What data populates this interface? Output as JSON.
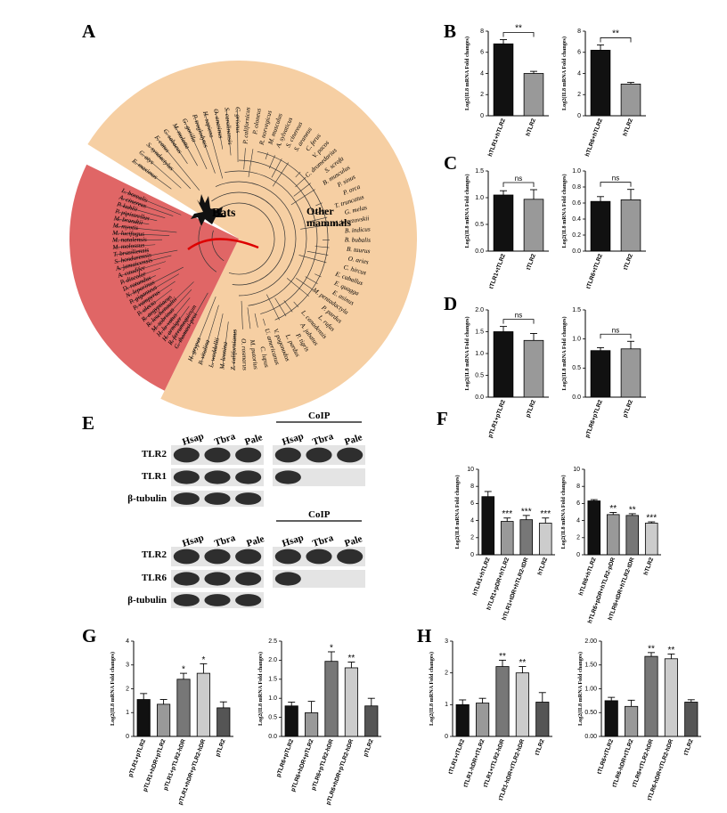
{
  "panels": {
    "A": "A",
    "B": "B",
    "C": "C",
    "D": "D",
    "E": "E",
    "F": "F",
    "G": "G",
    "H": "H"
  },
  "tree": {
    "bats_label": "Bats",
    "others_label_1": "Other",
    "others_label_2": "mammals",
    "bat_color": "#e06666",
    "other_color": "#f6cfa3",
    "bat_species": [
      "L. borealis",
      "A. cinereus",
      "P. kuhlii",
      "P. pipistrellus",
      "M. brandtii",
      "M. myotis",
      "M. lucifugus",
      "M. natalensis",
      "M. molossus",
      "T. brasiliensis",
      "S. hondurensis",
      "A. jamaicensis",
      "A. caudifer",
      "P. discolor",
      "D. rotundus",
      "N. leporinus",
      "P. giganteus",
      "P. vampyrus",
      "P. alecto",
      "R. aegyptiacus",
      "R. leschenaultii",
      "M. sobrinus",
      "H. lu-vatus",
      "H. armiger",
      "R. ferrumequinum",
      "C. thomasi-proi"
    ],
    "other_species": [
      "H. grypus",
      "P. vitulina",
      "L. weddellii",
      "M. leonina",
      "Z. californianus",
      "O. rosmarus",
      "M. putorius",
      "C. lupus",
      "U. americanus",
      "V. pogonodos",
      "L. pardus",
      "P. tigris",
      "A. jubatus",
      "L. canadensis",
      "L. rufus",
      "P. pardus",
      "M. pentadactyla",
      "E. asinus",
      "E. quagga",
      "E. caballus",
      "C. hircus",
      "O. aries",
      "B. taurus",
      "B. bubalis",
      "B. indicus",
      "M. berezovskii",
      "G. melas",
      "T. truncatus",
      "P. orca",
      "P. sinus",
      "B. musculus",
      "S. scrofa",
      "C. dromedarius",
      "V. pacos",
      "C. ferus",
      "S. araneus",
      "S. cinereus",
      "A. sylvaticus",
      "M. musculus",
      "R. norvegicus",
      "P. oloneus",
      "P. californicus",
      "C. griseus",
      "S. carolinensis",
      "O. anatinus",
      "H. sapiens",
      "P. troglodytes",
      "G. gorilla",
      "M. mulatta",
      "C. sabaeus",
      "F. catus",
      "S. syndactylus",
      "C. atys",
      "E. maximus"
    ]
  },
  "ylabels": {
    "il8": "Log2(IL8 mRNA Fold changes)"
  },
  "stats": {
    "double": "**",
    "single": "*",
    "triple": "***",
    "ns": "ns"
  },
  "chart_data": [
    {
      "id": "B1",
      "type": "bar",
      "categories": [
        "hTLR1+hTLR2",
        "hTLR2"
      ],
      "values": [
        6.8,
        4.0
      ],
      "errors": [
        0.4,
        0.2
      ],
      "ylim": [
        0,
        8
      ],
      "ticks": [
        0,
        2,
        4,
        6,
        8
      ],
      "ylabel": "Log2(IL8 mRNA Fold changes)",
      "annotations": [
        {
          "type": "bracket",
          "label": "**"
        }
      ],
      "colors": [
        "#111111",
        "#999999"
      ]
    },
    {
      "id": "B2",
      "type": "bar",
      "categories": [
        "hTLR6+hTLR2",
        "hTLR2"
      ],
      "values": [
        6.2,
        3.0
      ],
      "errors": [
        0.5,
        0.15
      ],
      "ylim": [
        0,
        8
      ],
      "ticks": [
        0,
        2,
        4,
        6,
        8
      ],
      "ylabel": "Log2(IL8 mRNA Fold changes)",
      "annotations": [
        {
          "type": "bracket",
          "label": "**"
        }
      ],
      "colors": [
        "#111111",
        "#999999"
      ]
    },
    {
      "id": "C1",
      "type": "bar",
      "categories": [
        "tTLR1+tTLR2",
        "tTLR2"
      ],
      "values": [
        1.05,
        0.97
      ],
      "errors": [
        0.08,
        0.18
      ],
      "ylim": [
        0,
        1.5
      ],
      "ticks": [
        0.0,
        0.5,
        1.0,
        1.5
      ],
      "ylabel": "Log2(IL8 mRNA Fold changes)",
      "annotations": [
        {
          "type": "bracket",
          "label": "ns"
        }
      ],
      "colors": [
        "#111111",
        "#999999"
      ]
    },
    {
      "id": "C2",
      "type": "bar",
      "categories": [
        "tTLR6+tTLR2",
        "tTLR2"
      ],
      "values": [
        0.62,
        0.64
      ],
      "errors": [
        0.06,
        0.13
      ],
      "ylim": [
        0,
        1.0
      ],
      "ticks": [
        0.0,
        0.2,
        0.4,
        0.6,
        0.8,
        1.0
      ],
      "ylabel": "Log2(IL8 mRNA Fold changes)",
      "annotations": [
        {
          "type": "bracket",
          "label": "ns"
        }
      ],
      "colors": [
        "#111111",
        "#999999"
      ]
    },
    {
      "id": "D1",
      "type": "bar",
      "categories": [
        "pTLR1+pTLR2",
        "pTLR2"
      ],
      "values": [
        1.5,
        1.3
      ],
      "errors": [
        0.12,
        0.16
      ],
      "ylim": [
        0,
        2.0
      ],
      "ticks": [
        0.0,
        0.5,
        1.0,
        1.5,
        2.0
      ],
      "ylabel": "Log2(IL8 mRNA Fold changes)",
      "annotations": [
        {
          "type": "bracket",
          "label": "ns"
        }
      ],
      "colors": [
        "#111111",
        "#999999"
      ]
    },
    {
      "id": "D2",
      "type": "bar",
      "categories": [
        "pTLR6+pTLR2",
        "pTLR2"
      ],
      "values": [
        0.8,
        0.83
      ],
      "errors": [
        0.05,
        0.13
      ],
      "ylim": [
        0,
        1.5
      ],
      "ticks": [
        0.0,
        0.5,
        1.0,
        1.5
      ],
      "ylabel": "Log2(IL8 mRNA Fold changes)",
      "annotations": [
        {
          "type": "bracket",
          "label": "ns"
        }
      ],
      "colors": [
        "#111111",
        "#999999"
      ]
    },
    {
      "id": "F1",
      "type": "bar",
      "categories": [
        "hTLR1+hTLR2",
        "hTLR1+pDR+hTLR2",
        "hTLR1+tDR+hTLR2-tDR",
        "hTLR2"
      ],
      "values": [
        6.8,
        3.9,
        4.1,
        3.7
      ],
      "errors": [
        0.6,
        0.4,
        0.5,
        0.6
      ],
      "ylim": [
        0,
        10
      ],
      "ticks": [
        0,
        2,
        4,
        6,
        8,
        10
      ],
      "ylabel": "Log2(IL8 mRNA Fold changes)",
      "annotations": [
        {
          "type": "star",
          "index": 1,
          "label": "***"
        },
        {
          "type": "star",
          "index": 2,
          "label": "***"
        },
        {
          "type": "star",
          "index": 3,
          "label": "***"
        }
      ],
      "colors": [
        "#111111",
        "#999999",
        "#777777",
        "#cccccc"
      ]
    },
    {
      "id": "F2",
      "type": "bar",
      "categories": [
        "hTLR6+hTLR2",
        "hTLR6+pDR+hTLR2-pDR",
        "hTLR6+tDR+hTLR2-tDR",
        "hTLR2"
      ],
      "values": [
        6.3,
        4.7,
        4.6,
        3.7
      ],
      "errors": [
        0.15,
        0.25,
        0.2,
        0.15
      ],
      "ylim": [
        0,
        10
      ],
      "ticks": [
        0,
        2,
        4,
        6,
        8,
        10
      ],
      "ylabel": "Log2(IL8 mRNA Fold changes)",
      "annotations": [
        {
          "type": "star",
          "index": 1,
          "label": "**"
        },
        {
          "type": "star",
          "index": 2,
          "label": "**"
        },
        {
          "type": "star",
          "index": 3,
          "label": "***"
        }
      ],
      "colors": [
        "#111111",
        "#999999",
        "#777777",
        "#cccccc"
      ]
    },
    {
      "id": "G1",
      "type": "bar",
      "categories": [
        "pTLR1+pTLR2",
        "pTLR1+hDR+pTLR2",
        "pTLR1+pTLR2-hDR",
        "pTLR1+hDR+pTLR2-hDR",
        "pTLR2"
      ],
      "values": [
        1.55,
        1.35,
        2.4,
        2.65,
        1.2
      ],
      "errors": [
        0.25,
        0.2,
        0.25,
        0.4,
        0.25
      ],
      "ylim": [
        0,
        4
      ],
      "ticks": [
        0,
        1,
        2,
        3,
        4
      ],
      "ylabel": "Log2(IL8 mRNA Fold changes)",
      "annotations": [
        {
          "type": "star",
          "index": 2,
          "label": "*"
        },
        {
          "type": "star",
          "index": 3,
          "label": "*"
        }
      ],
      "colors": [
        "#111111",
        "#999999",
        "#777777",
        "#cccccc",
        "#555555"
      ]
    },
    {
      "id": "G2",
      "type": "bar",
      "categories": [
        "pTLR6+pTLR2",
        "pTLR6+hDR+pTLR2",
        "pTLR6+pTLR2-hDR",
        "pTLR6+hDR+pTLR2-hDR",
        "pTLR2"
      ],
      "values": [
        0.8,
        0.62,
        1.97,
        1.8,
        0.8
      ],
      "errors": [
        0.1,
        0.3,
        0.25,
        0.15,
        0.2
      ],
      "ylim": [
        0,
        2.5
      ],
      "ticks": [
        0.0,
        0.5,
        1.0,
        1.5,
        2.0,
        2.5
      ],
      "ylabel": "Log2(IL8 mRNA Fold changes)",
      "annotations": [
        {
          "type": "star",
          "index": 2,
          "label": "*"
        },
        {
          "type": "star",
          "index": 3,
          "label": "**"
        }
      ],
      "colors": [
        "#111111",
        "#999999",
        "#777777",
        "#cccccc",
        "#555555"
      ]
    },
    {
      "id": "H1",
      "type": "bar",
      "categories": [
        "tTLR1+tTLR2",
        "tTLR1-hDR+tTLR2",
        "tTLR1+tTLR2-hDR",
        "tTLR1-hDR+tTLR2-hDR",
        "tTLR2"
      ],
      "values": [
        1.0,
        1.05,
        2.2,
        2.0,
        1.08
      ],
      "errors": [
        0.15,
        0.15,
        0.2,
        0.2,
        0.3
      ],
      "ylim": [
        0,
        3
      ],
      "ticks": [
        0,
        1,
        2,
        3
      ],
      "ylabel": "Log2(IL8 mRNA Fold changes)",
      "annotations": [
        {
          "type": "star",
          "index": 2,
          "label": "**"
        },
        {
          "type": "star",
          "index": 3,
          "label": "**"
        }
      ],
      "colors": [
        "#111111",
        "#999999",
        "#777777",
        "#cccccc",
        "#555555"
      ]
    },
    {
      "id": "H2",
      "type": "bar",
      "categories": [
        "tTLR6+tTLR2",
        "tTLR6-hDR+tTLR2",
        "tTLR6+tTLR2-hDR",
        "tTLR6-hDR+tTLR2-hDR",
        "tTLR2"
      ],
      "values": [
        0.75,
        0.63,
        1.68,
        1.63,
        0.72
      ],
      "errors": [
        0.07,
        0.13,
        0.08,
        0.1,
        0.05
      ],
      "ylim": [
        0,
        2.0
      ],
      "ticks": [
        0.0,
        0.5,
        1.0,
        1.5,
        2.0
      ],
      "ylabel": "Log2(IL8 mRNA Fold changes)",
      "annotations": [
        {
          "type": "star",
          "index": 2,
          "label": "**"
        },
        {
          "type": "star",
          "index": 3,
          "label": "**"
        }
      ],
      "colors": [
        "#111111",
        "#999999",
        "#777777",
        "#cccccc",
        "#555555"
      ]
    }
  ],
  "blot": {
    "top": {
      "lanes": [
        "Hsap",
        "Tbra",
        "Pale"
      ],
      "coip_lanes": [
        "Hsap",
        "Tbra",
        "Pale"
      ],
      "coip_label": "CoIP",
      "rows": [
        "TLR2",
        "TLR1",
        "β-tubulin"
      ]
    },
    "bottom": {
      "lanes": [
        "Hsap",
        "Tbra",
        "Pale"
      ],
      "coip_lanes": [
        "Hsap",
        "Tbra",
        "Pale"
      ],
      "coip_label": "CoIP",
      "rows": [
        "TLR2",
        "TLR6",
        "β-tubulin"
      ]
    }
  }
}
